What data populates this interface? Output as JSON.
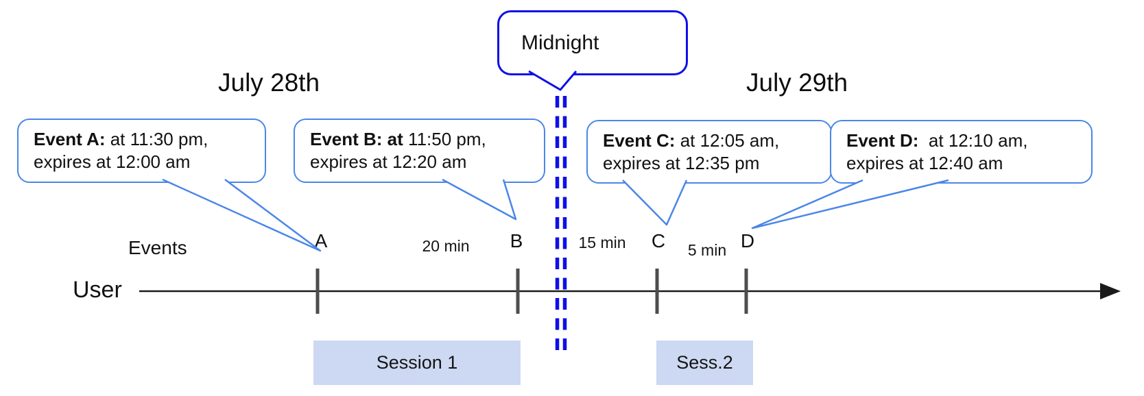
{
  "dates": {
    "left": "July 28th",
    "right": "July 29th"
  },
  "midnight": {
    "label": "Midnight"
  },
  "axis": {
    "events_label": "Events",
    "user_label": "User"
  },
  "callouts": [
    {
      "event": "A",
      "bold": "Event A:",
      "rest": " at 11:30 pm,",
      "line2": "expires at 12:00 am"
    },
    {
      "event": "B",
      "bold": "Event B: at",
      "rest": " 11:50 pm,",
      "line2": "expires at 12:20 am"
    },
    {
      "event": "C",
      "bold": "Event C:",
      "rest": " at 12:05 am,",
      "line2": "expires at 12:35 pm"
    },
    {
      "event": "D",
      "bold": "Event D:",
      "rest": "  at 12:10 am,",
      "line2": "expires at 12:40 am"
    }
  ],
  "ticks": [
    {
      "label": "A"
    },
    {
      "label": "B"
    },
    {
      "label": "C"
    },
    {
      "label": "D"
    }
  ],
  "intervals": [
    {
      "label": "20 min"
    },
    {
      "label": "15 min"
    },
    {
      "label": "5 min"
    }
  ],
  "sessions": [
    {
      "label": "Session 1"
    },
    {
      "label": "Sess.2"
    }
  ],
  "colors": {
    "callout_border": "#4a86e8",
    "midnight_border": "#0f10e6",
    "dashed_divider": "#0f10e6",
    "session_fill": "#cdd9f2",
    "timeline": "#1a1a1a",
    "tick": "#4d4d4d",
    "text": "#111111"
  }
}
